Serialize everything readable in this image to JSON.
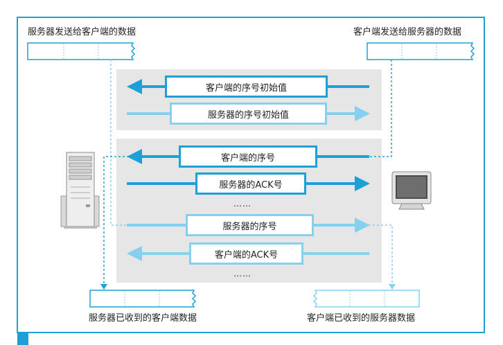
{
  "buffers": {
    "server_send": "服务器发送给客户端的数据",
    "client_send": "客户端发送给服务器的数据",
    "server_received": "服务器已收到的客户端数据",
    "client_received": "客户端已收到的服务器数据"
  },
  "handshake": {
    "client_initial_seq": "客户端的序号初始值",
    "server_initial_seq": "服务器的序号初始值"
  },
  "transfer": {
    "client_seq": "客户端的序号",
    "server_ack": "服务器的ACK号",
    "ellipsis_1": "……",
    "server_seq": "服务器的序号",
    "client_ack": "客户端的ACK号",
    "ellipsis_2": "……"
  },
  "colors": {
    "dark_arrow": "#1ca0d8",
    "light_arrow": "#86d0ef",
    "panel": "#e6e6e6",
    "frame": "#1ca0d8"
  },
  "icons": [
    "server-icon",
    "client-computer-icon"
  ]
}
